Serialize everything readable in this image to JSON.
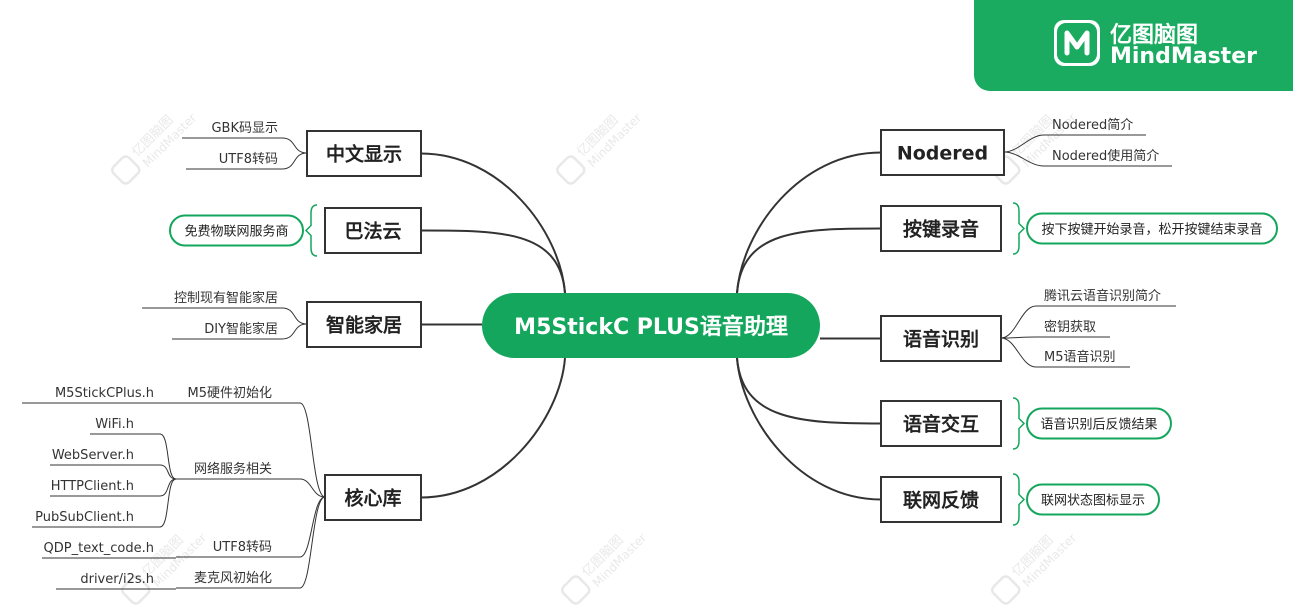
{
  "brand": {
    "name_cn": "亿图脑图",
    "name_en": "MindMaster",
    "logo_icon": "mindmaster-logo-icon",
    "color": "#1aab61"
  },
  "watermark": {
    "line1": "亿图脑图",
    "line2": "MindMaster"
  },
  "mindmap": {
    "center": {
      "label": "M5StickC PLUS语音助理",
      "color": "#13a65c"
    },
    "left_branches": [
      {
        "id": "chinese-display",
        "label": "中文显示",
        "children": [
          {
            "label": "GBK码显示"
          },
          {
            "label": "UTF8转码"
          }
        ]
      },
      {
        "id": "bafa-cloud",
        "label": "巴法云",
        "callout": "免费物联网服务商"
      },
      {
        "id": "smart-home",
        "label": "智能家居",
        "children": [
          {
            "label": "控制现有智能家居"
          },
          {
            "label": "DIY智能家居"
          }
        ]
      },
      {
        "id": "core-library",
        "label": "核心库",
        "children": [
          {
            "label": "M5硬件初始化",
            "children": [
              {
                "label": "M5StickCPlus.h"
              }
            ]
          },
          {
            "label": "网络服务相关",
            "children": [
              {
                "label": "WiFi.h"
              },
              {
                "label": "WebServer.h"
              },
              {
                "label": "HTTPClient.h"
              },
              {
                "label": "PubSubClient.h"
              }
            ]
          },
          {
            "label": "UTF8转码",
            "children": [
              {
                "label": "QDP_text_code.h"
              }
            ]
          },
          {
            "label": "麦克风初始化",
            "children": [
              {
                "label": "driver/i2s.h"
              }
            ]
          }
        ]
      }
    ],
    "right_branches": [
      {
        "id": "nodered",
        "label": "Nodered",
        "children": [
          {
            "label": "Nodered简介"
          },
          {
            "label": "Nodered使用简介"
          }
        ]
      },
      {
        "id": "key-record",
        "label": "按键录音",
        "callout": "按下按键开始录音，松开按键结束录音"
      },
      {
        "id": "speech-recognition",
        "label": "语音识别",
        "children": [
          {
            "label": "腾讯云语音识别简介"
          },
          {
            "label": "密钥获取"
          },
          {
            "label": "M5语音识别"
          }
        ]
      },
      {
        "id": "voice-interaction",
        "label": "语音交互",
        "callout": "语音识别后反馈结果"
      },
      {
        "id": "network-feedback",
        "label": "联网反馈",
        "callout": "联网状态图标显示"
      }
    ]
  }
}
